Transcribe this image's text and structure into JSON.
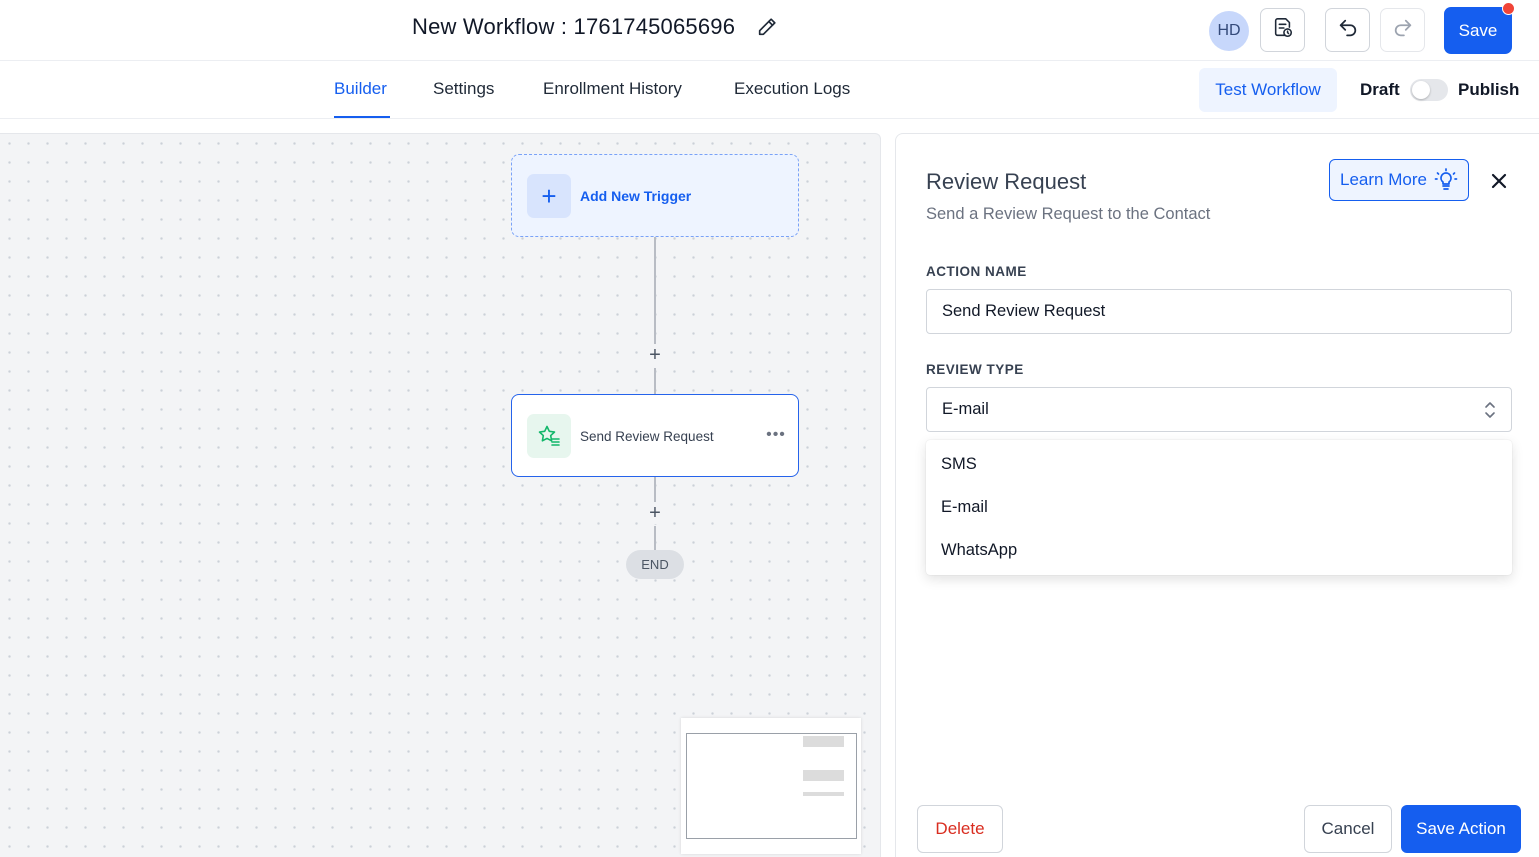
{
  "header": {
    "workflow_title": "New Workflow : 1761745065696",
    "avatar_initials": "HD",
    "save_label": "Save"
  },
  "tabs": [
    {
      "label": "Builder",
      "active": true
    },
    {
      "label": "Settings",
      "active": false
    },
    {
      "label": "Enrollment History",
      "active": false
    },
    {
      "label": "Execution Logs",
      "active": false
    }
  ],
  "toolbar": {
    "test_label": "Test Workflow",
    "draft_label": "Draft",
    "publish_label": "Publish",
    "publish_enabled": false
  },
  "canvas": {
    "trigger_label": "Add New Trigger",
    "action_label": "Send Review Request",
    "end_label": "END"
  },
  "panel": {
    "title": "Review Request",
    "subtitle": "Send a Review Request to the Contact",
    "learn_more_label": "Learn More",
    "action_name_label": "ACTION NAME",
    "action_name_value": "Send Review Request",
    "review_type_label": "REVIEW TYPE",
    "review_type_value": "E-mail",
    "review_type_options": [
      "SMS",
      "E-mail",
      "WhatsApp"
    ],
    "delete_label": "Delete",
    "cancel_label": "Cancel",
    "save_action_label": "Save Action"
  },
  "colors": {
    "accent": "#155eef",
    "danger": "#d92d20",
    "notification": "#f04438",
    "action_icon": "#12b76a"
  },
  "icons": {
    "edit": "pencil-icon",
    "history": "document-history-icon",
    "undo": "undo-icon",
    "redo": "redo-icon",
    "trigger": "plus-icon",
    "action": "star-list-icon",
    "more": "more-horizontal-icon",
    "learn": "lightbulb-icon",
    "close": "close-icon",
    "select": "chevron-up-down-icon"
  }
}
